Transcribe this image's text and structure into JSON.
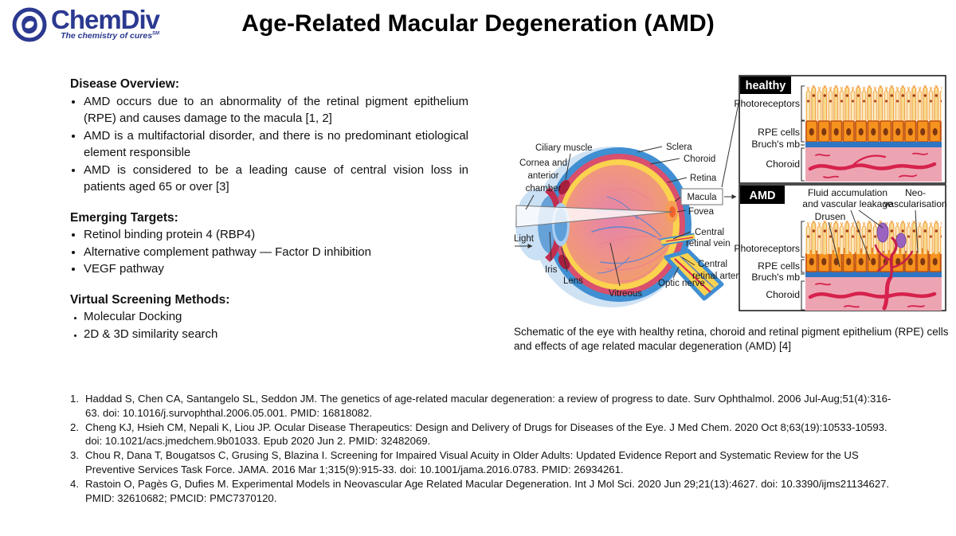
{
  "logo": {
    "name": "ChemDiv",
    "tagline": "The chemistry of cures",
    "tagline_mark": "SM"
  },
  "title": "Age-Related Macular Degeneration (AMD)",
  "left": {
    "disease": {
      "heading": "Disease Overview:",
      "bullets": [
        "AMD occurs due to an abnormality of the retinal pigment epithelium (RPE) and causes damage to the macula [1, 2]",
        "AMD is a multifactorial disorder, and there is no predominant etiological element responsible",
        "AMD is considered to be a leading cause of central vision loss in patients aged 65 or over [3]"
      ]
    },
    "targets": {
      "heading": "Emerging Targets:",
      "bullets": [
        "Retinol binding protein 4 (RBP4)",
        "Alternative complement pathway — Factor D inhibition",
        "VEGF pathway"
      ]
    },
    "screening": {
      "heading": "Virtual Screening Methods:",
      "bullets": [
        "Molecular Docking",
        "2D & 3D similarity search"
      ]
    }
  },
  "eye": {
    "labels": {
      "ciliary_muscle": "Ciliary muscle",
      "cornea_1": "Cornea and",
      "cornea_2": "anterior",
      "cornea_3": "chamber",
      "sclera": "Sclera",
      "choroid": "Choroid",
      "retina": "Retina",
      "macula": "Macula",
      "fovea": "Fovea",
      "light": "Light",
      "central_retinal_vein_1": "Central",
      "central_retinal_vein_2": "retinal vein",
      "central_retinal_artery_1": "Central",
      "central_retinal_artery_2": "retinal artery",
      "iris": "Iris",
      "lens": "Lens",
      "vitreous": "Vitreous",
      "optic_nerve": "Optic nerve"
    }
  },
  "panels": {
    "healthy": {
      "tag": "healthy",
      "photoreceptors": "Photoreceptors",
      "rpe": "RPE cells",
      "bruchs": "Bruch's mb",
      "choroid": "Choroid"
    },
    "amd": {
      "tag": "AMD",
      "photoreceptors": "Photoreceptors",
      "rpe": "RPE cells",
      "bruchs": "Bruch's mb",
      "choroid": "Choroid",
      "fluid_1": "Fluid accumulation",
      "fluid_2": "and vascular leakage",
      "neo_1": "Neo-",
      "neo_2": "vascularisation",
      "drusen": "Drusen"
    }
  },
  "figure": {
    "caption": "Schematic of the eye with healthy retina, choroid and retinal pigment epithelium (RPE) cells and effects of age related macular degeneration (AMD) [4]"
  },
  "references": [
    {
      "num": "1.",
      "text": "Haddad S, Chen CA, Santangelo SL, Seddon JM. The genetics of age-related macular degeneration: a review of progress to date. Surv Ophthalmol. 2006 Jul-Aug;51(4):316-63. doi: 10.1016/j.survophthal.2006.05.001. PMID: 16818082."
    },
    {
      "num": "2.",
      "text": "Cheng KJ, Hsieh CM, Nepali K, Liou JP. Ocular Disease Therapeutics: Design and Delivery of Drugs for Diseases of the Eye. J Med Chem. 2020 Oct 8;63(19):10533-10593. doi: 10.1021/acs.jmedchem.9b01033. Epub 2020 Jun 2. PMID: 32482069."
    },
    {
      "num": "3.",
      "text": "Chou R, Dana T, Bougatsos C, Grusing S, Blazina I. Screening for Impaired Visual Acuity in Older Adults: Updated Evidence Report and Systematic Review for the US Preventive Services Task Force. JAMA. 2016 Mar 1;315(9):915-33. doi: 10.1001/jama.2016.0783. PMID: 26934261."
    },
    {
      "num": "4.",
      "text": "Rastoin O, Pagès G, Dufies M. Experimental Models in Neovascular Age Related Macular Degeneration. Int J Mol Sci. 2020 Jun 29;21(13):4627. doi: 10.3390/ijms21134627. PMID: 32610682; PMCID: PMC7370120."
    }
  ],
  "colors": {
    "brand_blue": "#2b3990",
    "sclera_blue": "#3f8fd2",
    "choroid_ring_red": "#d94f6e",
    "retina_yellow": "#fbd34f",
    "rpe_orange": "#f6921e",
    "bruchs_membrane_blue": "#2e75c3",
    "choroid_pink": "#eda4b2",
    "vessel_red": "#d6224c",
    "drusen_yellow": "#f3c71f",
    "fluid_purple": "#9a63c0",
    "panel_tag_bg": "#000000"
  },
  "icons": {
    "logo_icon": "chemdiv-swirl-circle"
  }
}
